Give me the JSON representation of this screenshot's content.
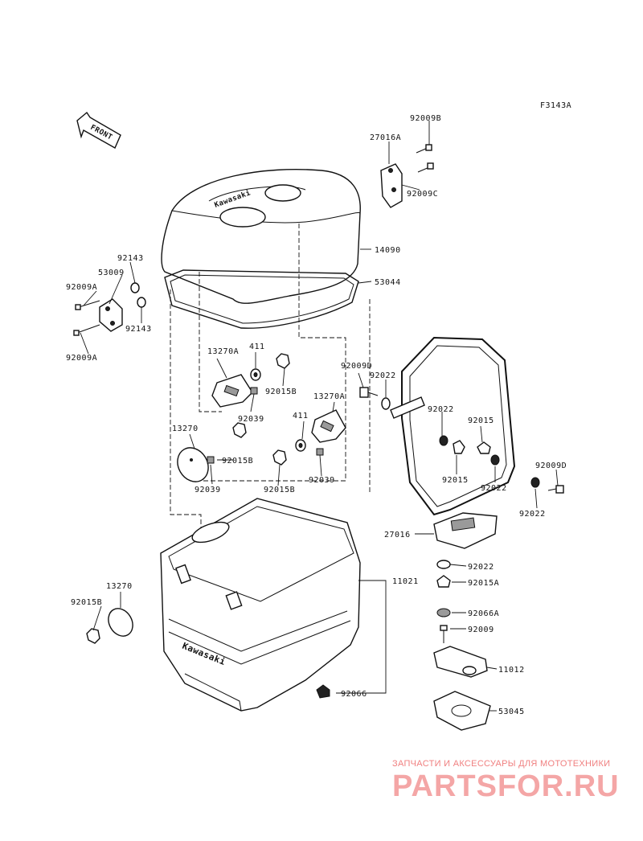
{
  "figure_code": "F3143A",
  "front_label": "FRONT",
  "brand_mark": "Kawasaki",
  "parts": {
    "p92009B": "92009B",
    "p27016A": "27016A",
    "p92009C": "92009C",
    "p14090": "14090",
    "p53044": "53044",
    "p92143_top": "92143",
    "p53009": "53009",
    "p92009A_top": "92009A",
    "p92143_bottom": "92143",
    "p92009A_bottom": "92009A",
    "p13270A_left": "13270A",
    "p411_left": "411",
    "p92015B_a": "92015B",
    "p92039_a": "92039",
    "p92009D_top": "92009D",
    "p92022_a": "92022",
    "p13270A_right": "13270A",
    "p411_right": "411",
    "p92022_b": "92022",
    "p92015_a": "92015",
    "p13270_top": "13270",
    "p92015B_b": "92015B",
    "p92039_b": "92039",
    "p92039_c": "92039",
    "p92015B_c": "92015B",
    "p92015_b": "92015",
    "p92022_c": "92022",
    "p92009D_right": "92009D",
    "p92022_d": "92022",
    "p27016": "27016",
    "p92022_e": "92022",
    "p92015A": "92015A",
    "p11021": "11021",
    "p13270_bottom": "13270",
    "p92015B_d": "92015B",
    "p92066A": "92066A",
    "p92009": "92009",
    "p11012": "11012",
    "p92066": "92066",
    "p53045": "53045"
  },
  "watermark": {
    "tagline": "ЗАПЧАСТИ И АКСЕССУАРЫ ДЛЯ МОТОТЕХНИКИ",
    "logo": "PARTSFOR.RU"
  }
}
